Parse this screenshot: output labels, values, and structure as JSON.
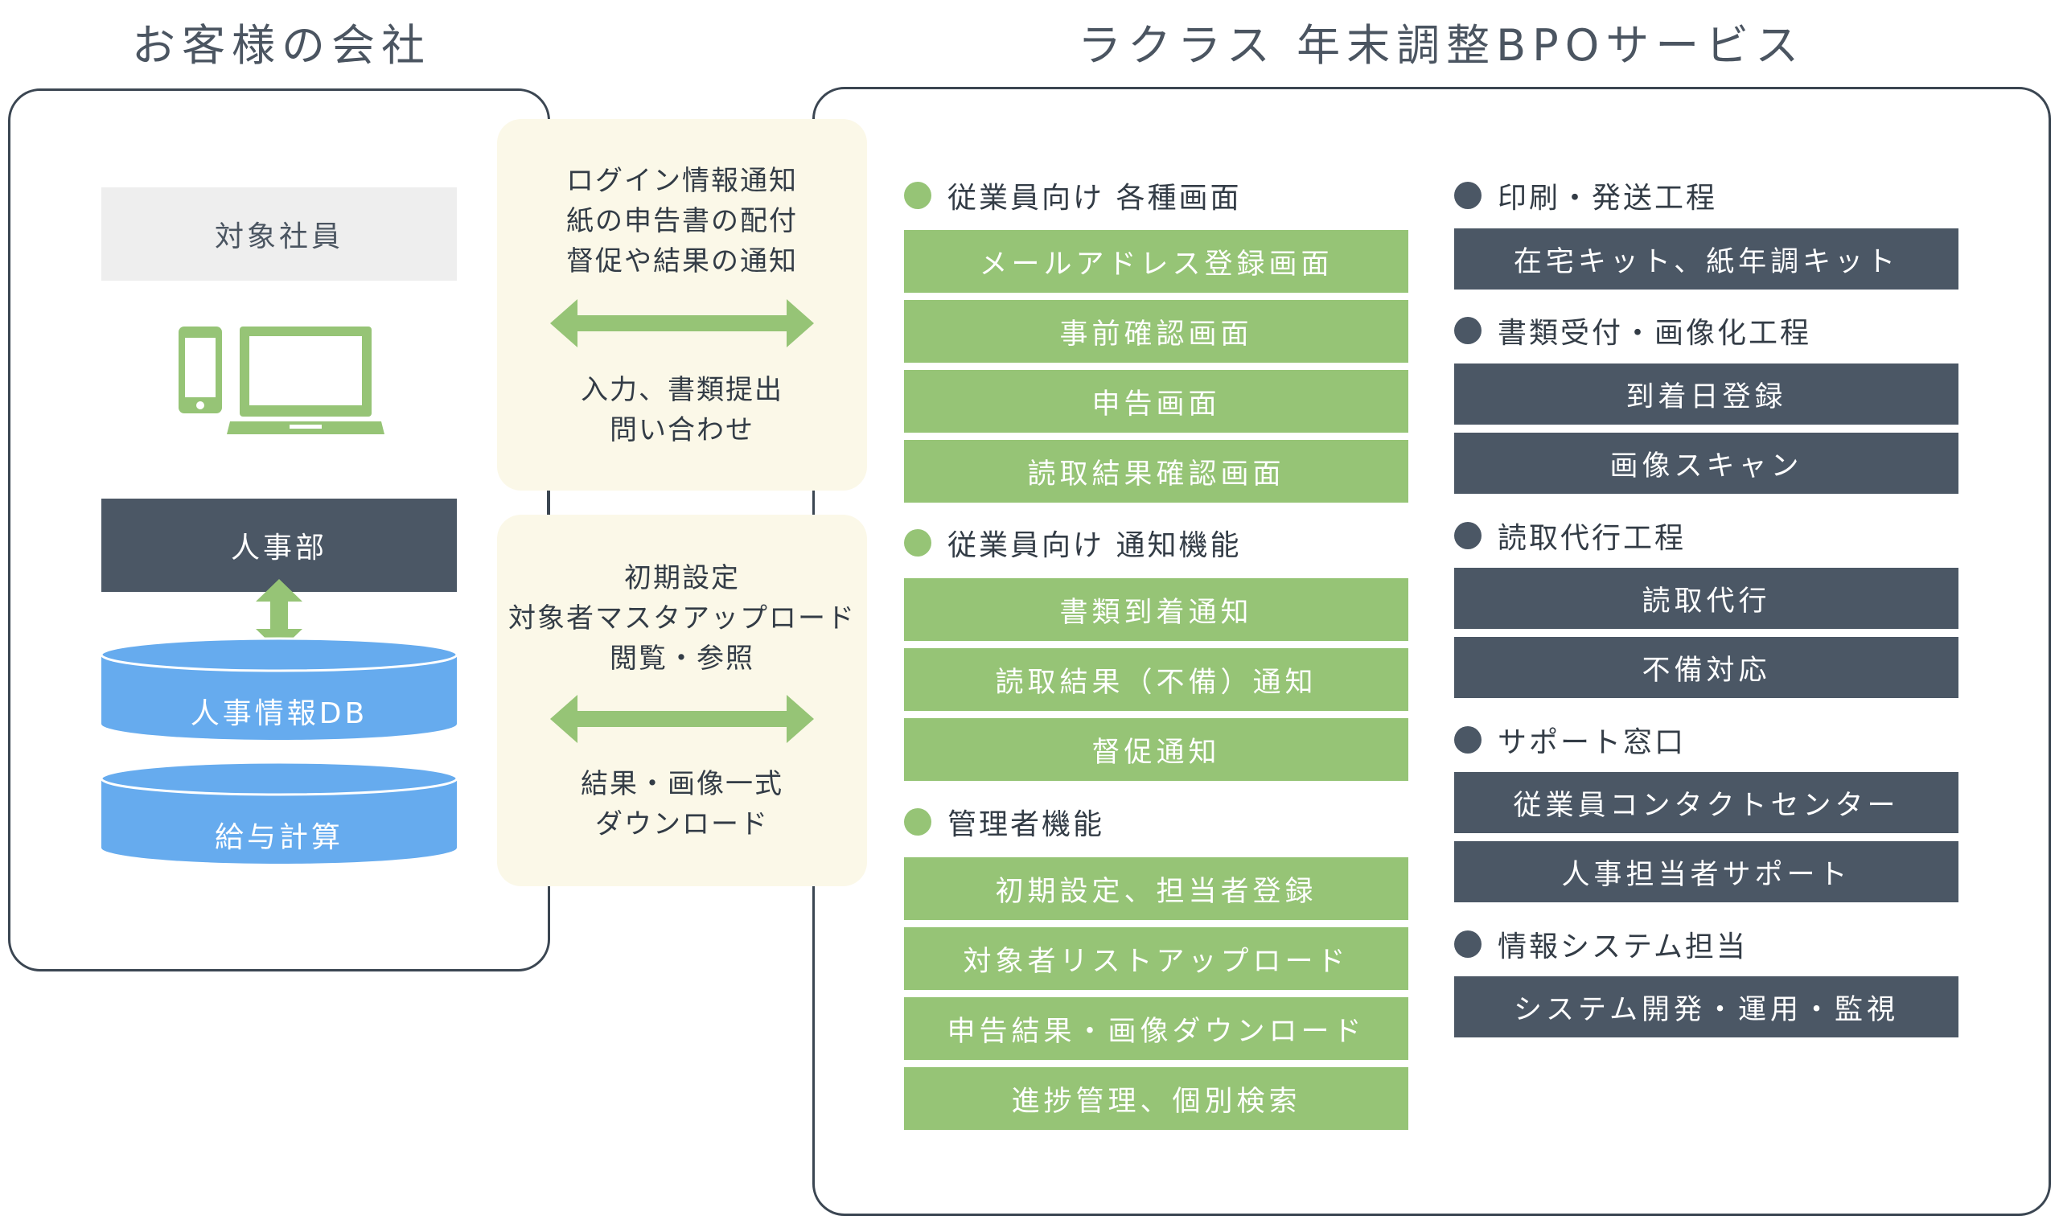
{
  "headings": {
    "customer": "お客様の会社",
    "service": "ラクラス 年末調整BPOサービス"
  },
  "customer": {
    "employees": "対象社員",
    "hr": "人事部",
    "db1": "人事情報DB",
    "db2": "給与計算"
  },
  "flows": {
    "top": {
      "lines_out": [
        "ログイン情報通知",
        "紙の申告書の配付",
        "督促や結果の通知"
      ],
      "lines_in": [
        "入力、書類提出",
        "問い合わせ"
      ]
    },
    "bottom": {
      "lines_out": [
        "初期設定",
        "対象者マスタアップロード",
        "閲覧・参照"
      ],
      "lines_in": [
        "結果・画像一式",
        "ダウンロード"
      ]
    }
  },
  "service_left": [
    {
      "title": "従業員向け 各種画面",
      "items": [
        "メールアドレス登録画面",
        "事前確認画面",
        "申告画面",
        "読取結果確認画面"
      ]
    },
    {
      "title": "従業員向け 通知機能",
      "items": [
        "書類到着通知",
        "読取結果（不備）通知",
        "督促通知"
      ]
    },
    {
      "title": "管理者機能",
      "items": [
        "初期設定、担当者登録",
        "対象者リストアップロード",
        "申告結果・画像ダウンロード",
        "進捗管理、個別検索"
      ]
    }
  ],
  "service_right": [
    {
      "title": "印刷・発送工程",
      "items": [
        "在宅キット、紙年調キット"
      ]
    },
    {
      "title": "書類受付・画像化工程",
      "items": [
        "到着日登録",
        "画像スキャン"
      ]
    },
    {
      "title": "読取代行工程",
      "items": [
        "読取代行",
        "不備対応"
      ]
    },
    {
      "title": "サポート窓口",
      "items": [
        "従業員コンタクトセンター",
        "人事担当者サポート"
      ]
    },
    {
      "title": "情報システム担当",
      "items": [
        "システム開発・運用・監視"
      ]
    }
  ],
  "colors": {
    "green": "#96c476",
    "dark": "#4b5765",
    "cream": "#fbf8e8",
    "blue": "#66abee",
    "gray_box": "#eeeeee"
  }
}
